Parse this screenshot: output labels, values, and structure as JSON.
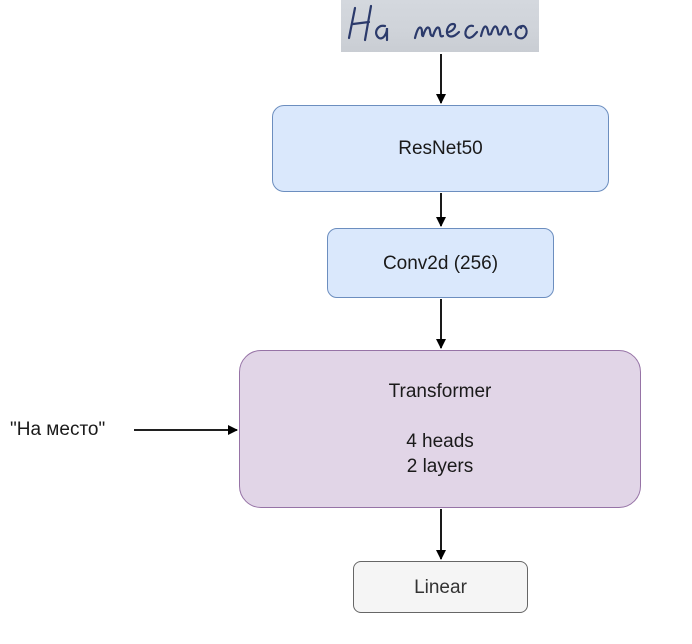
{
  "nodes": {
    "resnet": "ResNet50",
    "conv": "Conv2d (256)",
    "transformer": {
      "title": "Transformer",
      "heads": "4 heads",
      "layers": "2 layers"
    },
    "linear": "Linear"
  },
  "input_text": "\"На место\"",
  "handwriting_text": "На место",
  "colors": {
    "blue_fill": "#dae8fc",
    "blue_border": "#6c8ebf",
    "purple_fill": "#e1d5e7",
    "purple_border": "#9673a6",
    "gray_fill": "#f5f5f5",
    "gray_border": "#666666",
    "ink": "#2b3a6b"
  }
}
